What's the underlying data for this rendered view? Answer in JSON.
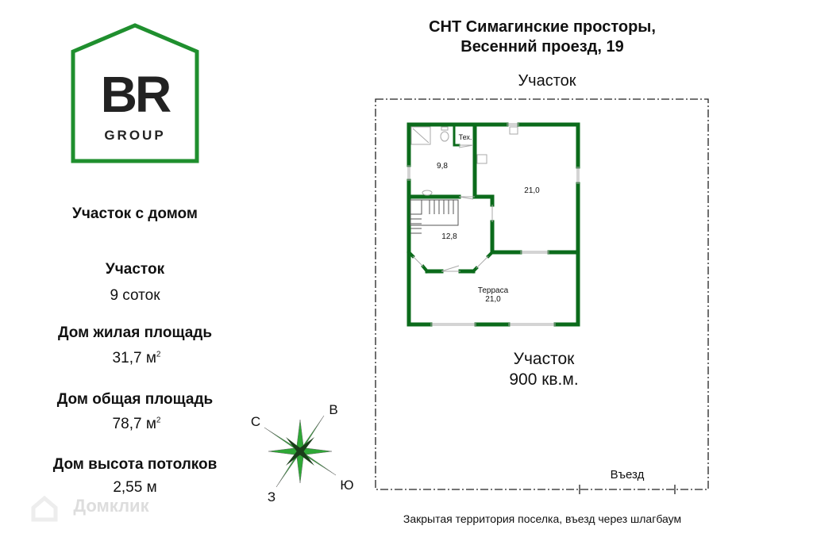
{
  "logo": {
    "mark": "BR",
    "sub": "GROUP",
    "color": "#1f8f2e"
  },
  "title": {
    "line1": "СНТ Симагинские просторы,",
    "line2": "Весенний проезд, 19"
  },
  "left": {
    "heading": "Участок с домом",
    "items": [
      {
        "label": "Участок",
        "value": "9 соток",
        "unit": ""
      },
      {
        "label": "Дом жилая площадь",
        "value": "31,7 м",
        "unit": "2"
      },
      {
        "label": "Дом общая площадь",
        "value": "78,7 м",
        "unit": "2"
      },
      {
        "label": "Дом высота потолков",
        "value": "2,55 м",
        "unit": ""
      }
    ]
  },
  "plot": {
    "top_label": "Участок",
    "area_label": "Участок",
    "area_value": "900 кв.м.",
    "entrance": "Въезд"
  },
  "rooms": {
    "bath": "9,8",
    "tech": "Тех.",
    "kitchen": "21,0",
    "hall": "12,8",
    "terrace": "Терраса",
    "terrace_area": "21,0"
  },
  "compass": {
    "n": "С",
    "e": "В",
    "s": "Ю",
    "w": "З"
  },
  "footer": "Закрытая территория поселка, въезд через шлагбаум",
  "watermark": "Домклик",
  "wall_color": "#0b6b1b"
}
